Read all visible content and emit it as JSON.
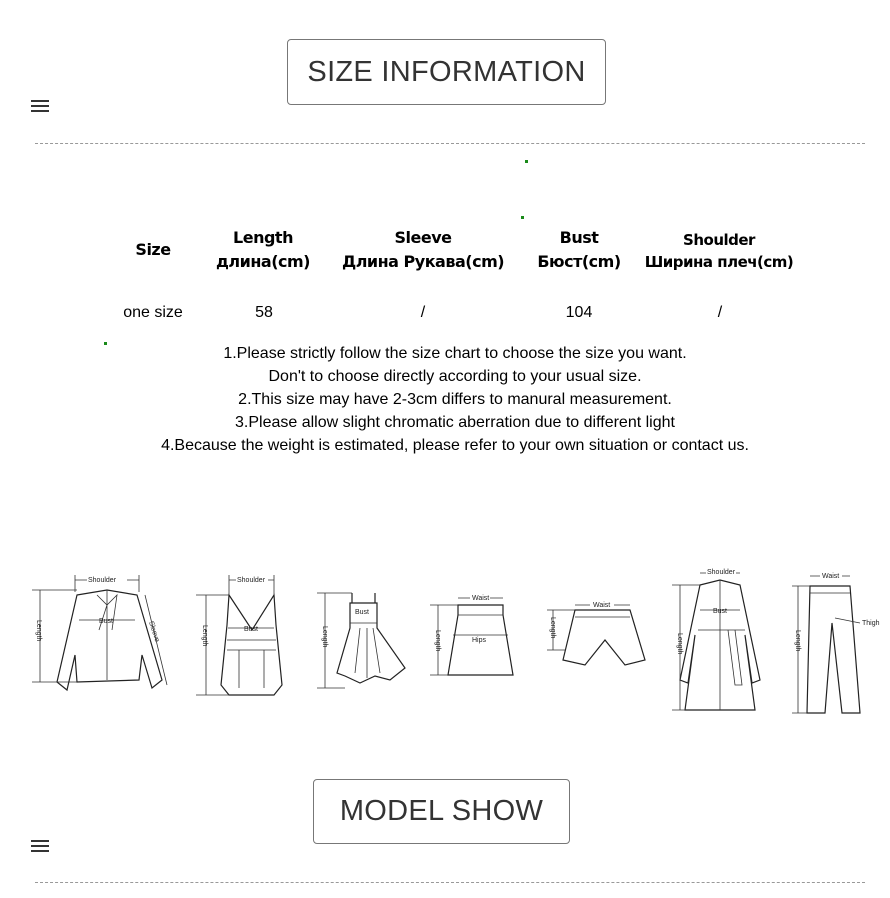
{
  "header": {
    "title": "SIZE INFORMATION"
  },
  "table": {
    "headers": [
      {
        "en": "Size",
        "ru": ""
      },
      {
        "en": "Length",
        "ru": "длина(cm)"
      },
      {
        "en": "Sleeve",
        "ru": "Длина Рукава(cm)"
      },
      {
        "en": "Bust",
        "ru": "Бюст(cm)"
      },
      {
        "en": "Shoulder",
        "ru": "Ширина плеч(cm)"
      }
    ],
    "rows": [
      [
        "one size",
        "58",
        "/",
        "104",
        "/"
      ]
    ]
  },
  "notes": [
    "1.Please strictly follow the size chart to choose the size you want.",
    "Don't to choose directly according to your usual size.",
    "2.This size may have 2-3cm differs to manural measurement.",
    "3.Please allow slight chromatic aberration due to different light",
    "4.Because the weight is estimated, please refer to your own situation or contact us."
  ],
  "garments": {
    "shirt": {
      "shoulder": "Shoulder",
      "bust": "Bust",
      "sleeve": "Sleeve",
      "length": "Length"
    },
    "tank": {
      "shoulder": "Shoulder",
      "bust": "Bust",
      "length": "Length"
    },
    "dress": {
      "bust": "Bust",
      "length": "Length"
    },
    "skirt": {
      "waist": "Waist",
      "hips": "Hips",
      "length": "Length"
    },
    "shorts": {
      "waist": "Waist",
      "length": "Length"
    },
    "coat": {
      "shoulder": "Shoulder",
      "bust": "Bust",
      "length": "Length"
    },
    "pants": {
      "waist": "Waist",
      "thigh": "Thigh",
      "length": "Length"
    }
  },
  "footer": {
    "title": "MODEL SHOW"
  }
}
